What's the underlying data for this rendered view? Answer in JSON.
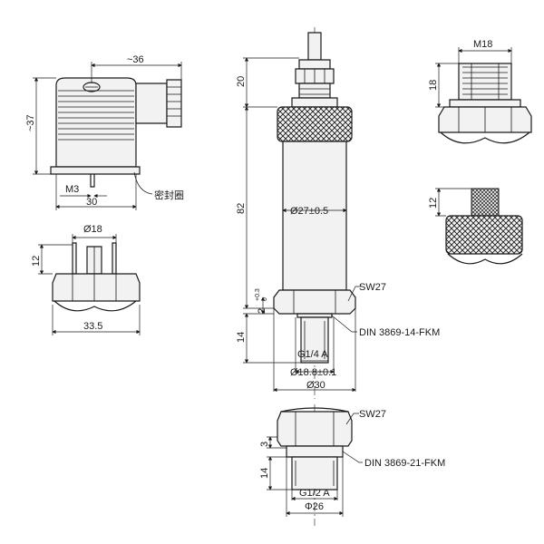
{
  "connector": {
    "width": "~36",
    "height": "~37",
    "screw": "M3",
    "depth": "30",
    "seal_label": "密封圈"
  },
  "connector_base": {
    "diameter": "Ø18",
    "height": "12",
    "width": "33.5"
  },
  "sensor": {
    "cable_height": "20",
    "body_length": "82",
    "body_diameter": "Ø27±0.5",
    "wrench_size": "SW27",
    "thread_offset": "2",
    "tol_upper": "+0.3",
    "tol_lower": "0",
    "thread_length": "14",
    "thread": "G1/4 A",
    "seal_diameter": "Ø18.8±0.1",
    "hex_diameter": "Ø30",
    "seal_standard": "DIN 3869-14-FKM"
  },
  "m18_variant": {
    "thread": "M18",
    "height": "18"
  },
  "m12_variant": {
    "height": "12"
  },
  "half_inch_variant": {
    "wrench_size": "SW27",
    "collar": "3",
    "thread_length": "14",
    "thread": "G1/2 A",
    "diameter": "Φ26",
    "seal_standard": "DIN 3869-21-FKM"
  }
}
